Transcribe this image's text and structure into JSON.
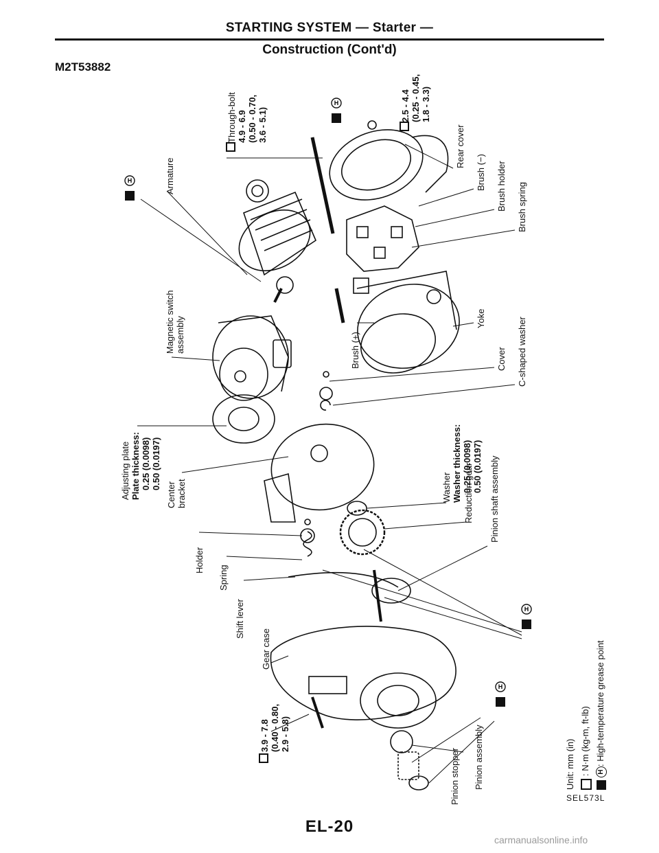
{
  "header": {
    "title": "STARTING SYSTEM — Starter —",
    "subtitle": "Construction (Cont'd)"
  },
  "doc_id": "M2T53882",
  "page_number": "EL-20",
  "figure_id": "SEL573L",
  "watermark": "carmanualsonline.info",
  "labels": {
    "through_bolt": "Through-bolt",
    "through_bolt_torque": [
      "4.9 - 6.9",
      "(0.50 - 0.70,",
      "3.6 - 5.1)"
    ],
    "rear_cover_torque": [
      "2.5 - 4.4",
      "(0.25 - 0.45,",
      "1.8 - 3.3)"
    ],
    "armature": "Armature",
    "rear_cover": "Rear cover",
    "brush_neg": "Brush (−)",
    "brush_holder": "Brush holder",
    "brush_spring": "Brush spring",
    "magnetic_switch": [
      "Magnetic switch",
      "assembly"
    ],
    "brush_pos": "Brush (+)",
    "yoke": "Yoke",
    "cover": "Cover",
    "c_shaped_washer": "C-shaped washer",
    "adjusting_plate": "Adjusting plate",
    "plate_thickness": "Plate thickness:",
    "plate_values": [
      "0.25 (0.0098)",
      "0.50 (0.0197)"
    ],
    "center_bracket": [
      "Center",
      "bracket"
    ],
    "washer": "Washer",
    "washer_thickness": "Washer thickness:",
    "washer_values": [
      "0.25 (0.0098)",
      "0.50 (0.0197)"
    ],
    "reduction_gear": "Reduction gear",
    "pinion_shaft_assembly": "Pinion shaft assembly",
    "holder": "Holder",
    "spring": "Spring",
    "shift_lever": "Shift lever",
    "gear_case": "Gear case",
    "gear_case_torque": [
      "3.9 - 7.8",
      "(0.40 - 0.80,",
      "2.9 - 5.8)"
    ],
    "pinion_stopper": "Pinion stopper",
    "pinion_assembly": "Pinion assembly"
  },
  "legend": {
    "unit": "Unit:  mm (in)",
    "torque": ":  N·m (kg-m, ft-lb)",
    "grease": ":  High-temperature grease point",
    "grease_symbol": "H"
  },
  "icons": {
    "torque": "torque-wrench-icon",
    "grease": "grease-point-icon"
  }
}
